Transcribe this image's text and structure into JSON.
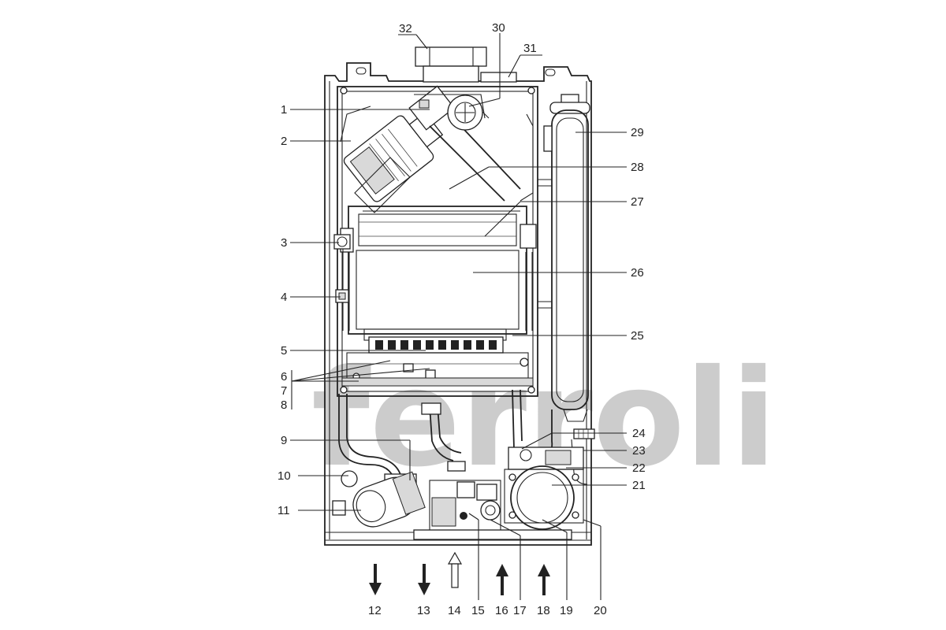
{
  "diagram": {
    "watermark": "ferroli",
    "callouts": {
      "c1": "1",
      "c2": "2",
      "c3": "3",
      "c4": "4",
      "c5": "5",
      "c6": "6",
      "c7": "7",
      "c8": "8",
      "c9": "9",
      "c10": "10",
      "c11": "11",
      "c12": "12",
      "c13": "13",
      "c14": "14",
      "c15": "15",
      "c16": "16",
      "c17": "17",
      "c18": "18",
      "c19": "19",
      "c20": "20",
      "c21": "21",
      "c22": "22",
      "c23": "23",
      "c24": "24",
      "c25": "25",
      "c26": "26",
      "c27": "27",
      "c28": "28",
      "c29": "29",
      "c30": "30",
      "c31": "31",
      "c32": "32"
    }
  }
}
